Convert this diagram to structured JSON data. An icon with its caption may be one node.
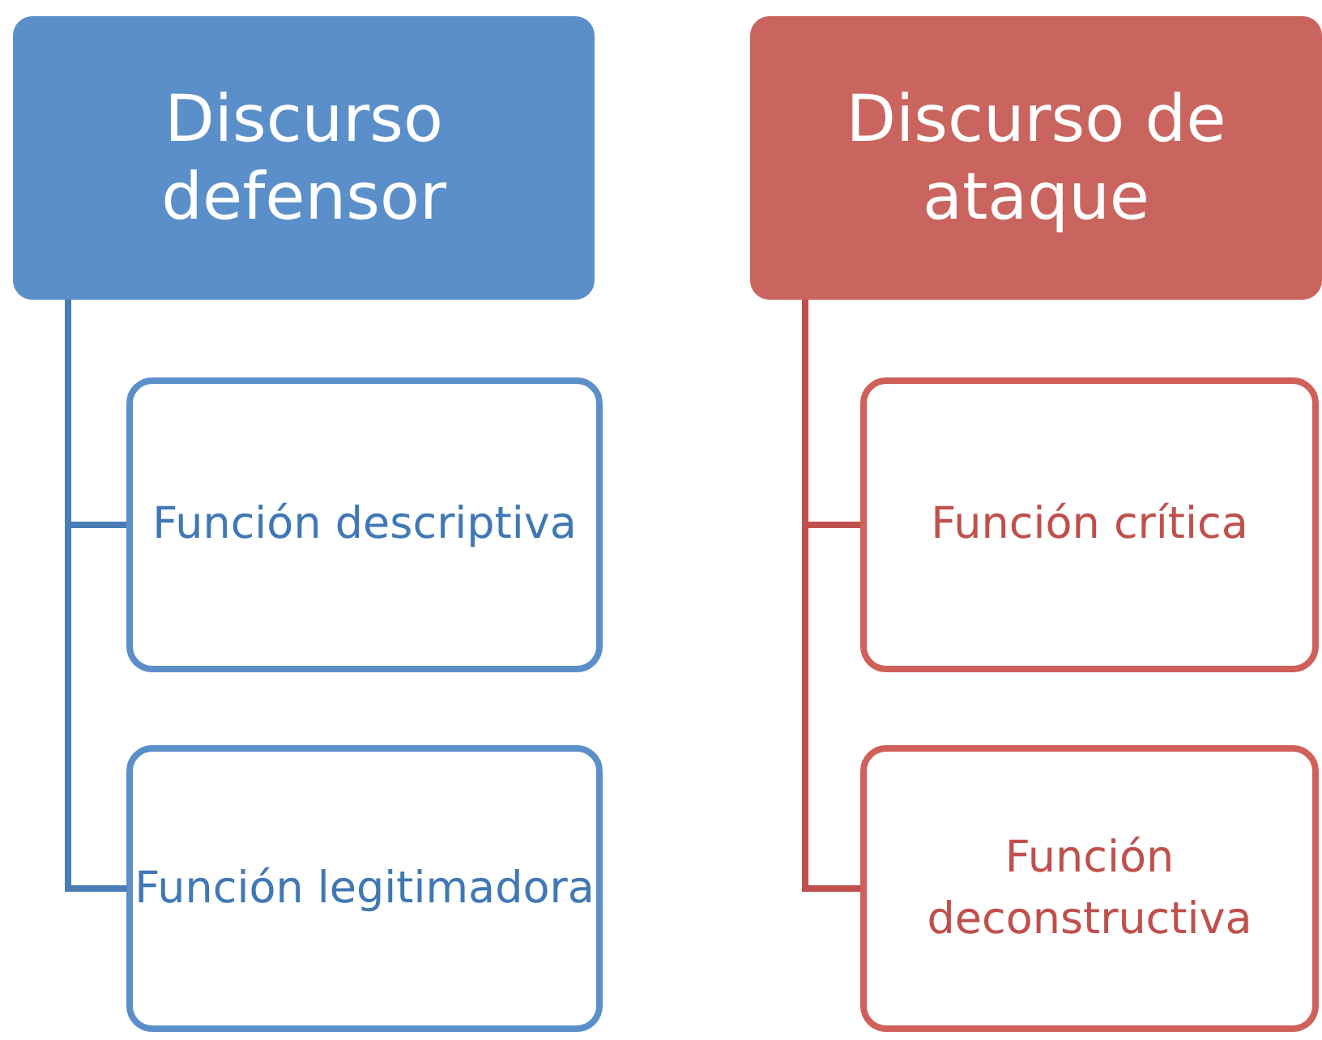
{
  "diagram": {
    "nodes": [
      {
        "text": [
          "Discurso defensor"
        ]
      },
      {
        "text": [
          "Función descriptiva"
        ]
      },
      {
        "text": [
          "Función legitimadora"
        ]
      },
      {
        "text": [
          "Discurso de ataque"
        ]
      },
      {
        "text": [
          "Función crítica"
        ]
      },
      {
        "text": [
          "Función deconstructiva"
        ]
      }
    ],
    "edges": [
      {
        "from": 0,
        "to": 1,
        "arrow": "none",
        "color": "#4a7db5"
      },
      {
        "from": 0,
        "to": 2,
        "arrow": "none",
        "color": "#4a7db5"
      },
      {
        "from": 3,
        "to": 4,
        "arrow": "none",
        "color": "#c0504d"
      },
      {
        "from": 3,
        "to": 5,
        "arrow": "none",
        "color": "#c0504d"
      }
    ]
  }
}
